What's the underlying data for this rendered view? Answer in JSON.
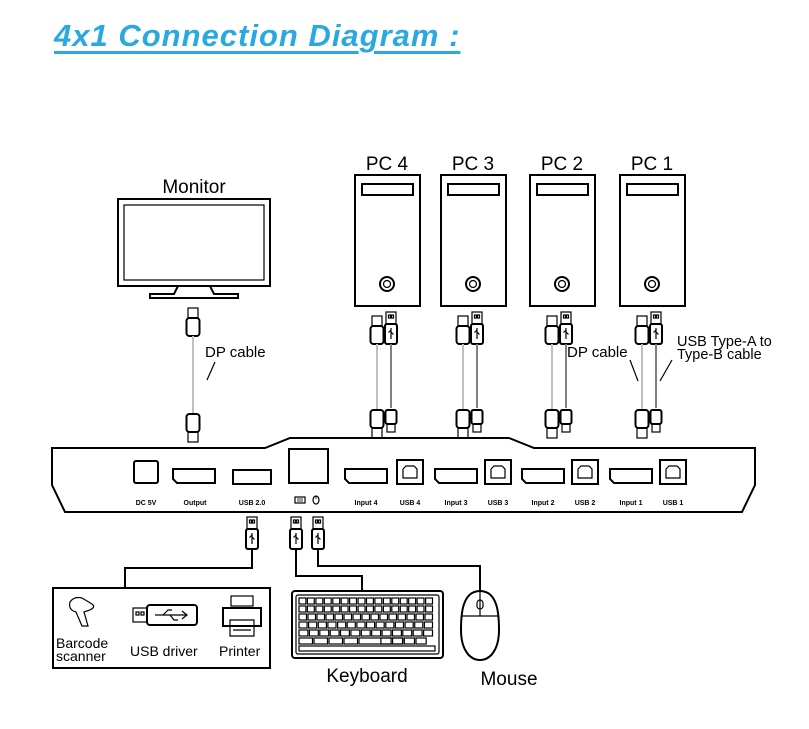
{
  "title": "4x1 Connection Diagram :",
  "devices": {
    "monitor": "Monitor",
    "pcs": [
      "PC 4",
      "PC 3",
      "PC 2",
      "PC 1"
    ],
    "keyboard": "Keyboard",
    "mouse": "Mouse",
    "barcode_line1": "Barcode",
    "barcode_line2": "scanner",
    "usb_driver": "USB driver",
    "printer": "Printer"
  },
  "cables": {
    "dp_monitor": "DP cable",
    "dp_pc": "DP cable",
    "usb_line1": "USB Type-A to",
    "usb_line2": "Type-B cable"
  },
  "ports": {
    "dc": "DC 5V",
    "output": "Output",
    "usb2": "USB 2.0",
    "inputs": [
      "Input 4",
      "Input 3",
      "Input 2",
      "Input 1"
    ],
    "usbs": [
      "USB 4",
      "USB 3",
      "USB 2",
      "USB 1"
    ]
  },
  "icons": [
    "monitor-icon",
    "pc-tower-icon",
    "keyboard-icon",
    "mouse-icon",
    "barcode-scanner-icon",
    "usb-drive-icon",
    "printer-icon",
    "usb-plug-icon",
    "dp-plug-icon"
  ]
}
